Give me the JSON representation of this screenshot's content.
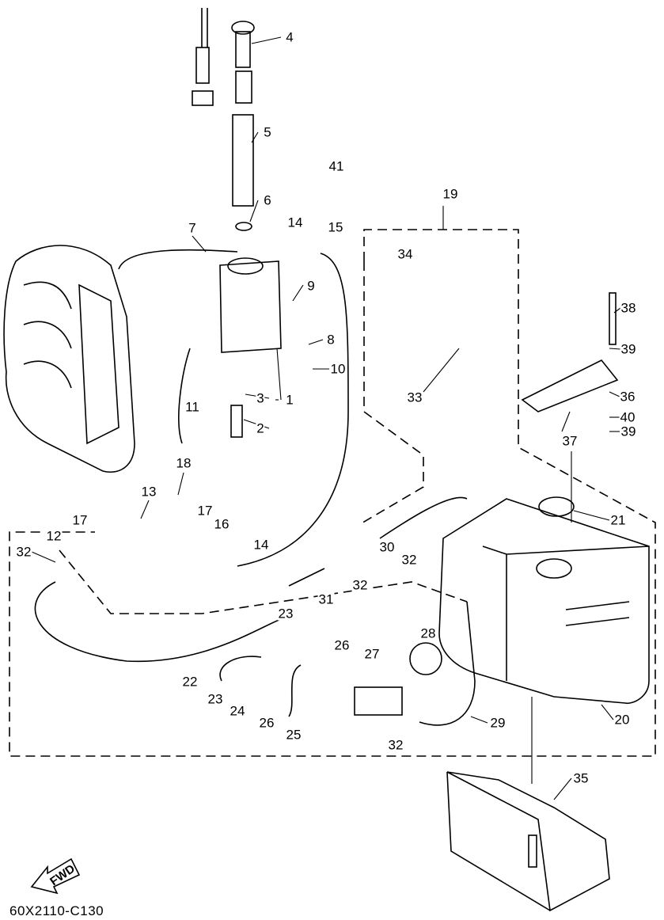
{
  "diagram_code": "60X2110-C130",
  "direction_label": "FWD",
  "callouts": [
    "4",
    "5",
    "41",
    "6",
    "19",
    "7",
    "14",
    "15",
    "34",
    "9",
    "38",
    "8",
    "10",
    "39",
    "1",
    "3",
    "11",
    "2",
    "33",
    "36",
    "40",
    "37",
    "39",
    "18",
    "13",
    "17",
    "17",
    "16",
    "12",
    "14",
    "21",
    "32",
    "30",
    "32",
    "32",
    "31",
    "23",
    "28",
    "26",
    "27",
    "22",
    "23",
    "24",
    "26",
    "25",
    "29",
    "32",
    "20",
    "35"
  ]
}
